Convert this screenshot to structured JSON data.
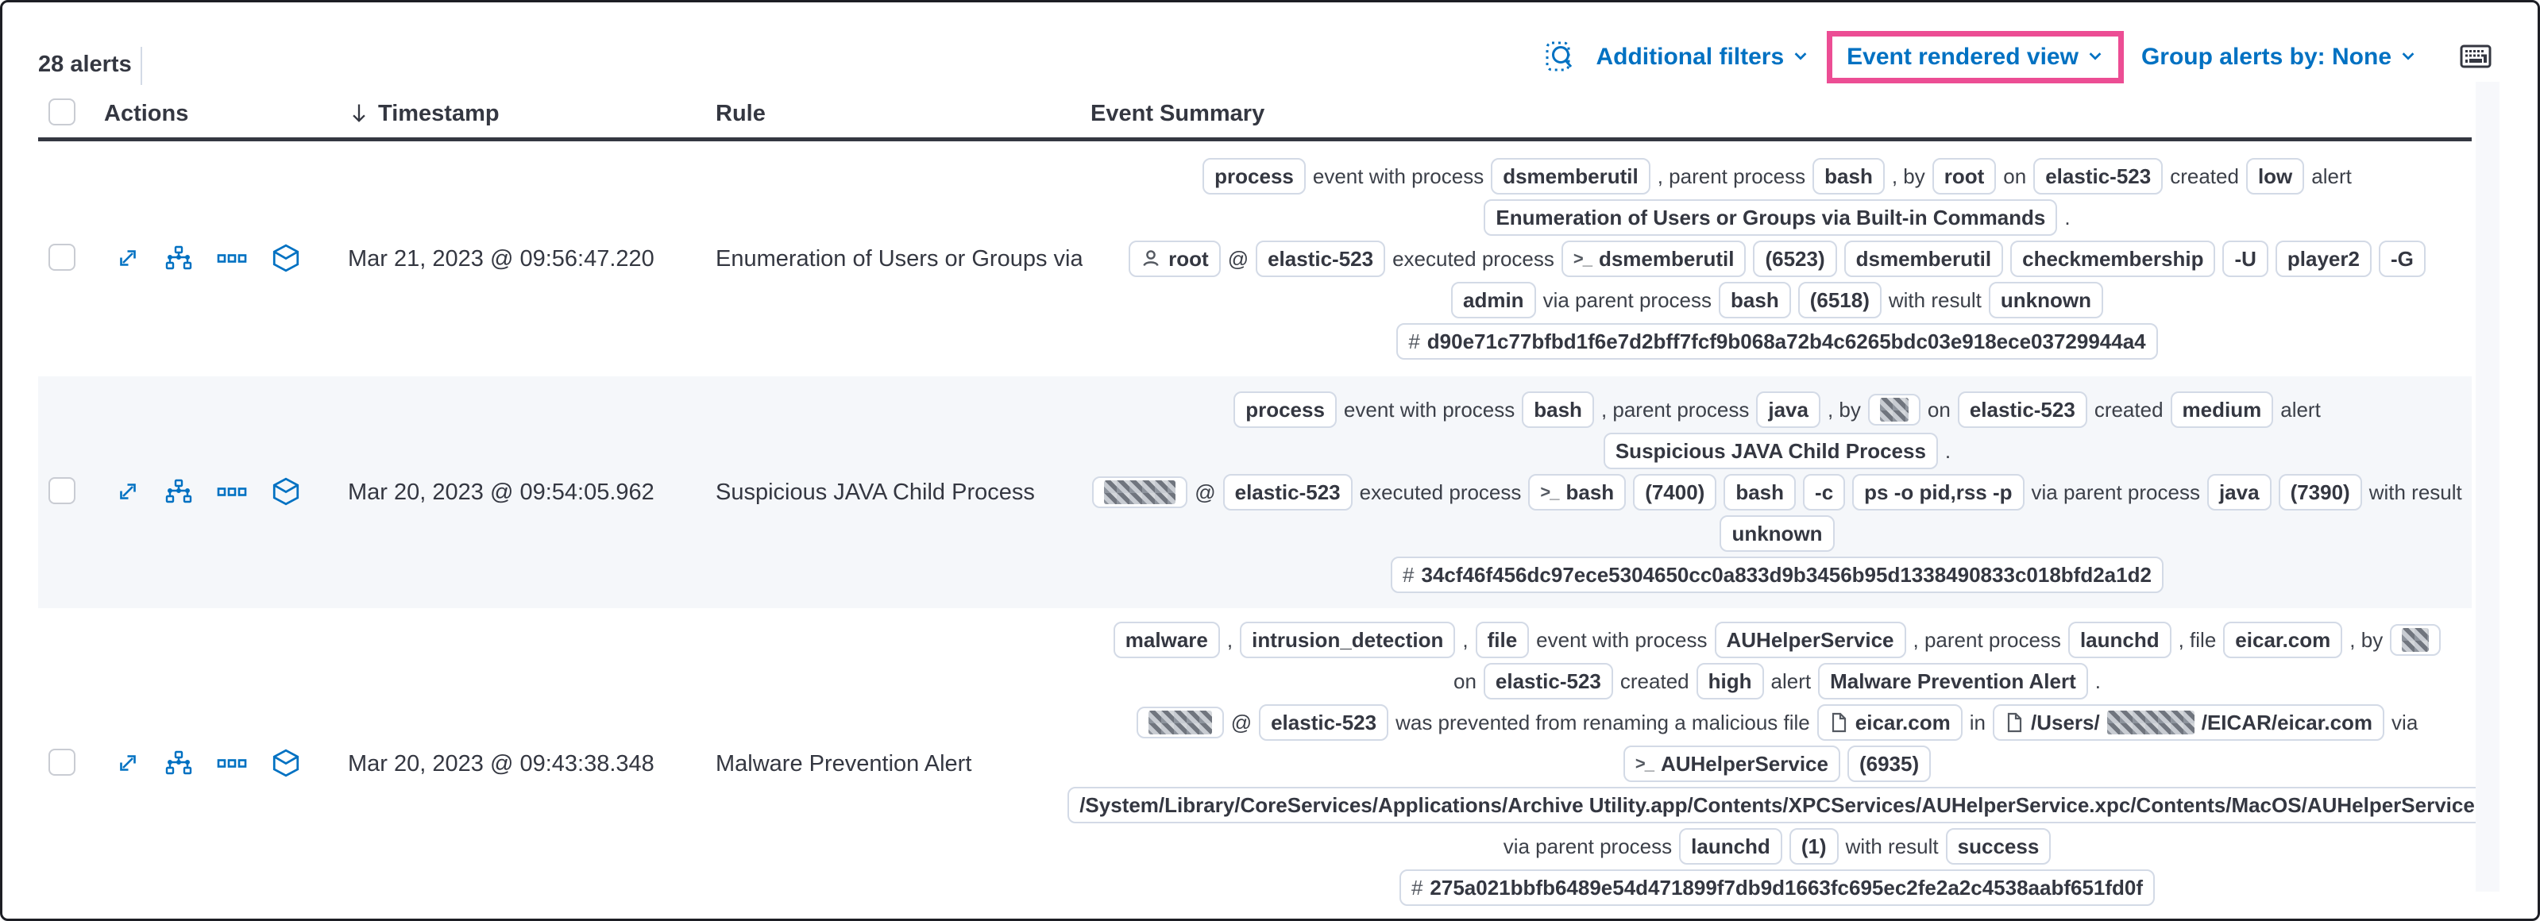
{
  "colors": {
    "accent_blue": "#0071c2",
    "highlight_pink": "#ec4d94",
    "row_alt_bg": "#f5f7fa",
    "badge_border": "#d3dae6",
    "text_dark": "#343741",
    "header_border": "#343741"
  },
  "icons": {
    "inspect": "magnifier-over-dotted-document",
    "additional-filters-chevron": "chevron-down",
    "event-rendered-view-chevron": "chevron-down",
    "group-alerts-chevron": "chevron-down",
    "keyboard": "keyboard-shortcuts",
    "sort-down": "down-arrow",
    "expand": "expand-to-corners-arrow",
    "analyzer": "process-tree-graph",
    "more-actions": "three-boxes-horizontal",
    "session-view": "cube",
    "user": "person-outline",
    "terminal": "prompt >_",
    "file": "document-outline",
    "hash": "#"
  },
  "toolbar": {
    "alert_count": "28 alerts",
    "additional_filters": "Additional filters",
    "view_selector": "Event rendered view",
    "group_by": "Group alerts by: None"
  },
  "table": {
    "headers": {
      "actions": "Actions",
      "timestamp": "Timestamp",
      "rule": "Rule",
      "event_summary": "Event Summary"
    }
  },
  "rows": [
    {
      "timestamp": "Mar 21, 2023 @ 09:56:47.220",
      "rule": "Enumeration of Users or Groups via Bui",
      "summary": [
        [
          {
            "t": "process",
            "b": 1
          },
          {
            "t": "event with process"
          },
          {
            "t": "dsmemberutil",
            "b": 1
          },
          {
            "t": ", parent process"
          },
          {
            "t": "bash",
            "b": 1
          },
          {
            "t": ", by"
          },
          {
            "t": "root",
            "b": 1
          },
          {
            "t": "on"
          },
          {
            "t": "elastic-523",
            "b": 1
          },
          {
            "t": "created"
          },
          {
            "t": "low",
            "b": 1
          },
          {
            "t": "alert"
          }
        ],
        [
          {
            "t": "Enumeration of Users or Groups via Built-in Commands",
            "b": 1
          },
          {
            "t": "."
          }
        ],
        [
          {
            "t": "root",
            "b": 1,
            "i": "user"
          },
          {
            "t": "@"
          },
          {
            "t": "elastic-523",
            "b": 1
          },
          {
            "t": "executed process"
          },
          {
            "t": "dsmemberutil",
            "b": 1,
            "i": "terminal"
          },
          {
            "t": "(6523)",
            "b": 1
          },
          {
            "t": "dsmemberutil",
            "b": 1
          },
          {
            "t": "checkmembership",
            "b": 1
          },
          {
            "t": "-U",
            "b": 1
          },
          {
            "t": "player2",
            "b": 1
          },
          {
            "t": "-G",
            "b": 1
          }
        ],
        [
          {
            "t": "admin",
            "b": 1
          },
          {
            "t": "via parent process"
          },
          {
            "t": "bash",
            "b": 1
          },
          {
            "t": "(6518)",
            "b": 1
          },
          {
            "t": "with result"
          },
          {
            "t": "unknown",
            "b": 1
          }
        ],
        [
          {
            "t": "d90e71c77bfbd1f6e7d2bff7fcf9b068a72b4c6265bdc03e918ece03729944a4",
            "b": 1,
            "i": "hash"
          }
        ]
      ]
    },
    {
      "timestamp": "Mar 20, 2023 @ 09:54:05.962",
      "rule": "Suspicious JAVA Child Process",
      "summary": [
        [
          {
            "t": "process",
            "b": 1
          },
          {
            "t": "event with process"
          },
          {
            "t": "bash",
            "b": 1
          },
          {
            "t": ", parent process"
          },
          {
            "t": "java",
            "b": 1
          },
          {
            "t": ", by"
          },
          {
            "b": 1,
            "r": 36
          },
          {
            "t": "on"
          },
          {
            "t": "elastic-523",
            "b": 1
          },
          {
            "t": "created"
          },
          {
            "t": "medium",
            "b": 1
          },
          {
            "t": "alert"
          }
        ],
        [
          {
            "t": "Suspicious JAVA Child Process",
            "b": 1
          },
          {
            "t": "."
          }
        ],
        [
          {
            "b": 1,
            "r": 90
          },
          {
            "t": "@"
          },
          {
            "t": "elastic-523",
            "b": 1
          },
          {
            "t": "executed process"
          },
          {
            "t": "bash",
            "b": 1,
            "i": "terminal"
          },
          {
            "t": "(7400)",
            "b": 1
          },
          {
            "t": "bash",
            "b": 1
          },
          {
            "t": "-c",
            "b": 1
          },
          {
            "t": "ps -o pid,rss -p",
            "b": 1
          },
          {
            "t": "via parent process"
          },
          {
            "t": "java",
            "b": 1
          },
          {
            "t": "(7390)",
            "b": 1
          },
          {
            "t": "with result"
          }
        ],
        [
          {
            "t": "unknown",
            "b": 1
          }
        ],
        [
          {
            "t": "34cf46f456dc97ece5304650cc0a833d9b3456b95d1338490833c018bfd2a1d2",
            "b": 1,
            "i": "hash"
          }
        ]
      ]
    },
    {
      "timestamp": "Mar 20, 2023 @ 09:43:38.348",
      "rule": "Malware Prevention Alert",
      "summary": [
        [
          {
            "t": "malware",
            "b": 1
          },
          {
            "t": ","
          },
          {
            "t": "intrusion_detection",
            "b": 1
          },
          {
            "t": ","
          },
          {
            "t": "file",
            "b": 1
          },
          {
            "t": "event with process"
          },
          {
            "t": "AUHelperService",
            "b": 1
          },
          {
            "t": ", parent process"
          },
          {
            "t": "launchd",
            "b": 1
          },
          {
            "t": ", file"
          },
          {
            "t": "eicar.com",
            "b": 1
          },
          {
            "t": ", by"
          },
          {
            "b": 1,
            "r": 34
          }
        ],
        [
          {
            "t": "on"
          },
          {
            "t": "elastic-523",
            "b": 1
          },
          {
            "t": "created"
          },
          {
            "t": "high",
            "b": 1
          },
          {
            "t": "alert"
          },
          {
            "t": "Malware Prevention Alert",
            "b": 1
          },
          {
            "t": "."
          }
        ],
        [
          {
            "b": 1,
            "r": 80
          },
          {
            "t": "@"
          },
          {
            "t": "elastic-523",
            "b": 1
          },
          {
            "t": "was prevented from renaming a malicious file"
          },
          {
            "t": "eicar.com",
            "b": 1,
            "i": "file"
          },
          {
            "t": "in"
          },
          {
            "b": 1,
            "i": "file",
            "p": [
              {
                "t": "/Users/"
              },
              {
                "r": 110
              },
              {
                "t": "/EICAR/eicar.com"
              }
            ]
          },
          {
            "t": "via"
          }
        ],
        [
          {
            "t": "AUHelperService",
            "b": 1,
            "i": "terminal"
          },
          {
            "t": "(6935)",
            "b": 1
          }
        ],
        [
          {
            "t": "/System/Library/CoreServices/Applications/Archive Utility.app/Contents/XPCServices/AUHelperService.xpc/Contents/MacOS/AUHelperService",
            "b": 1
          }
        ],
        [
          {
            "t": "via parent process"
          },
          {
            "t": "launchd",
            "b": 1
          },
          {
            "t": "(1)",
            "b": 1
          },
          {
            "t": "with result"
          },
          {
            "t": "success",
            "b": 1
          }
        ],
        [
          {
            "t": "275a021bbfb6489e54d471899f7db9d1663fc695ec2fe2a2c4538aabf651fd0f",
            "b": 1,
            "i": "hash"
          }
        ]
      ]
    }
  ]
}
